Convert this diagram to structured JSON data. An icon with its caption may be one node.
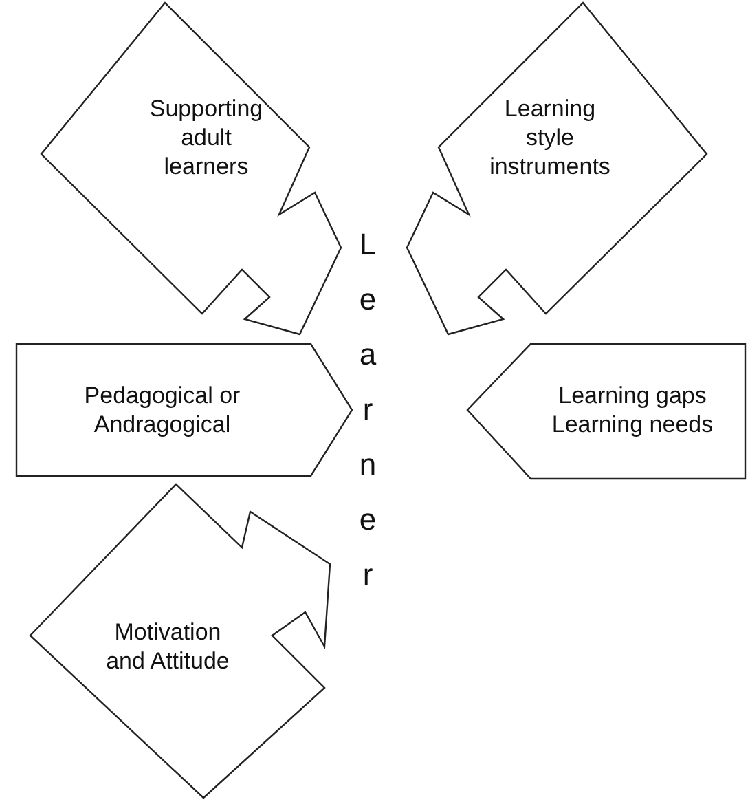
{
  "diagram": {
    "nodes": [
      {
        "text": [
          "Supporting adult learners"
        ]
      },
      {
        "text": [
          "Learning style instruments"
        ]
      },
      {
        "text": [
          "Pedagogical or Andragogical"
        ]
      },
      {
        "text": [
          "Learning gaps Learning needs"
        ]
      },
      {
        "text": [
          "Motivation and Attitude"
        ]
      }
    ],
    "labels": [
      "Learner"
    ]
  }
}
